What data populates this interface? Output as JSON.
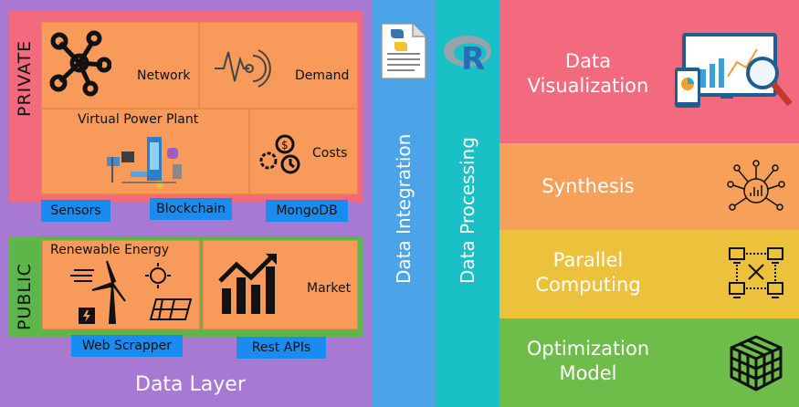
{
  "data_layer": {
    "title": "Data Layer",
    "private": {
      "label": "PRIVATE",
      "network": "Network",
      "demand": "Demand",
      "vpp": "Virtual Power Plant",
      "costs": "Costs",
      "tags": [
        "Sensors",
        "Blockchain",
        "MongoDB"
      ]
    },
    "public": {
      "label": "PUBLIC",
      "renewable": "Renewable Energy",
      "market": "Market",
      "tags": [
        "Web Scrapper",
        "Rest APIs"
      ]
    }
  },
  "integration": {
    "label": "Data Integration",
    "icon": "python-document-icon"
  },
  "processing": {
    "label": "Data Processing",
    "icon": "r-logo-icon"
  },
  "right": {
    "visualization": [
      "Data",
      "Visualization"
    ],
    "synthesis": "Synthesis",
    "parallel": [
      "Parallel",
      "Computing"
    ],
    "optimization": [
      "Optimization",
      "Model"
    ]
  },
  "colors": {
    "data_layer": "#a779d2",
    "private": "#f36a7e",
    "public": "#5db64a",
    "box": "#f79a5a",
    "tag": "#1a8cf0",
    "integration": "#4ca4e8",
    "processing": "#19c1c6",
    "visualization": "#f36a7e",
    "synthesis": "#f7a05a",
    "parallel": "#ecc23c",
    "optimization": "#6ebc4a"
  }
}
